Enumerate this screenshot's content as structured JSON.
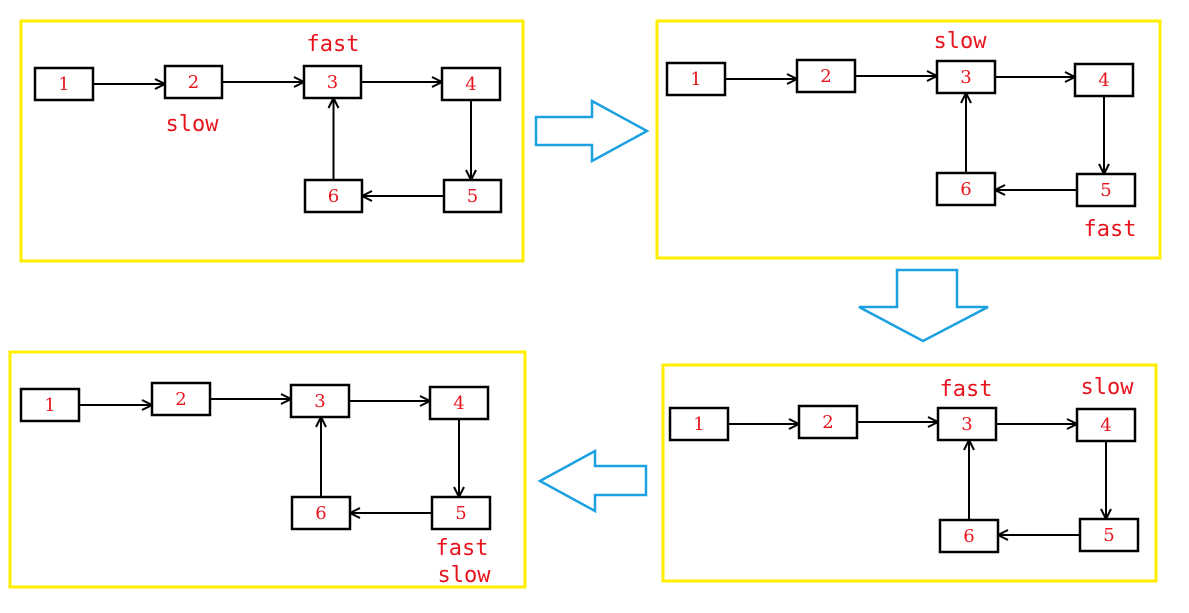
{
  "colors": {
    "panel_border": "#ffee00",
    "big_arrow": "#1ba1e2",
    "text": "#e8141d",
    "line": "#000000"
  },
  "nodes": [
    "1",
    "2",
    "3",
    "4",
    "5",
    "6"
  ],
  "panels": [
    {
      "id": "step-1",
      "pointers": [
        {
          "text": "fast"
        },
        {
          "text": "slow"
        }
      ]
    },
    {
      "id": "step-2",
      "pointers": [
        {
          "text": "slow"
        },
        {
          "text": "fast"
        }
      ]
    },
    {
      "id": "step-3",
      "pointers": [
        {
          "text": "fast"
        },
        {
          "text": "slow"
        }
      ]
    },
    {
      "id": "step-4",
      "pointers": [
        {
          "text": "fast"
        },
        {
          "text": "slow"
        }
      ]
    }
  ]
}
